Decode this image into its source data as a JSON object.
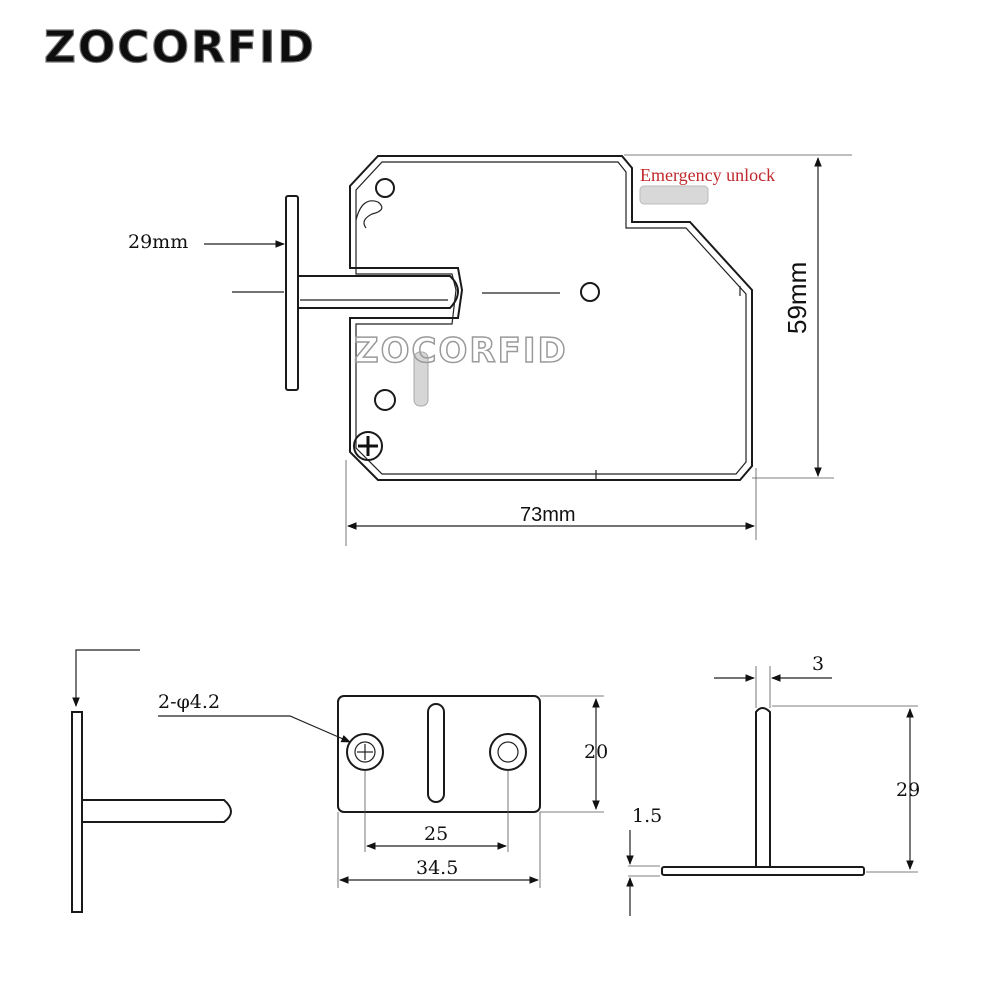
{
  "brand": {
    "logo_text": "ZOCORFID",
    "watermark_text": "ZOCORFID"
  },
  "top_view": {
    "note": "Emergency unlock",
    "width_label": "73mm",
    "height_label": "59mm",
    "bolt_label": "29mm"
  },
  "bottom_view": {
    "hole_label": "2-φ4.2",
    "height_label": "20",
    "hole_spacing_label": "25",
    "plate_width_label": "34.5",
    "thickness_label": "3",
    "length_label": "29",
    "plate_thickness_label": "1.5"
  }
}
